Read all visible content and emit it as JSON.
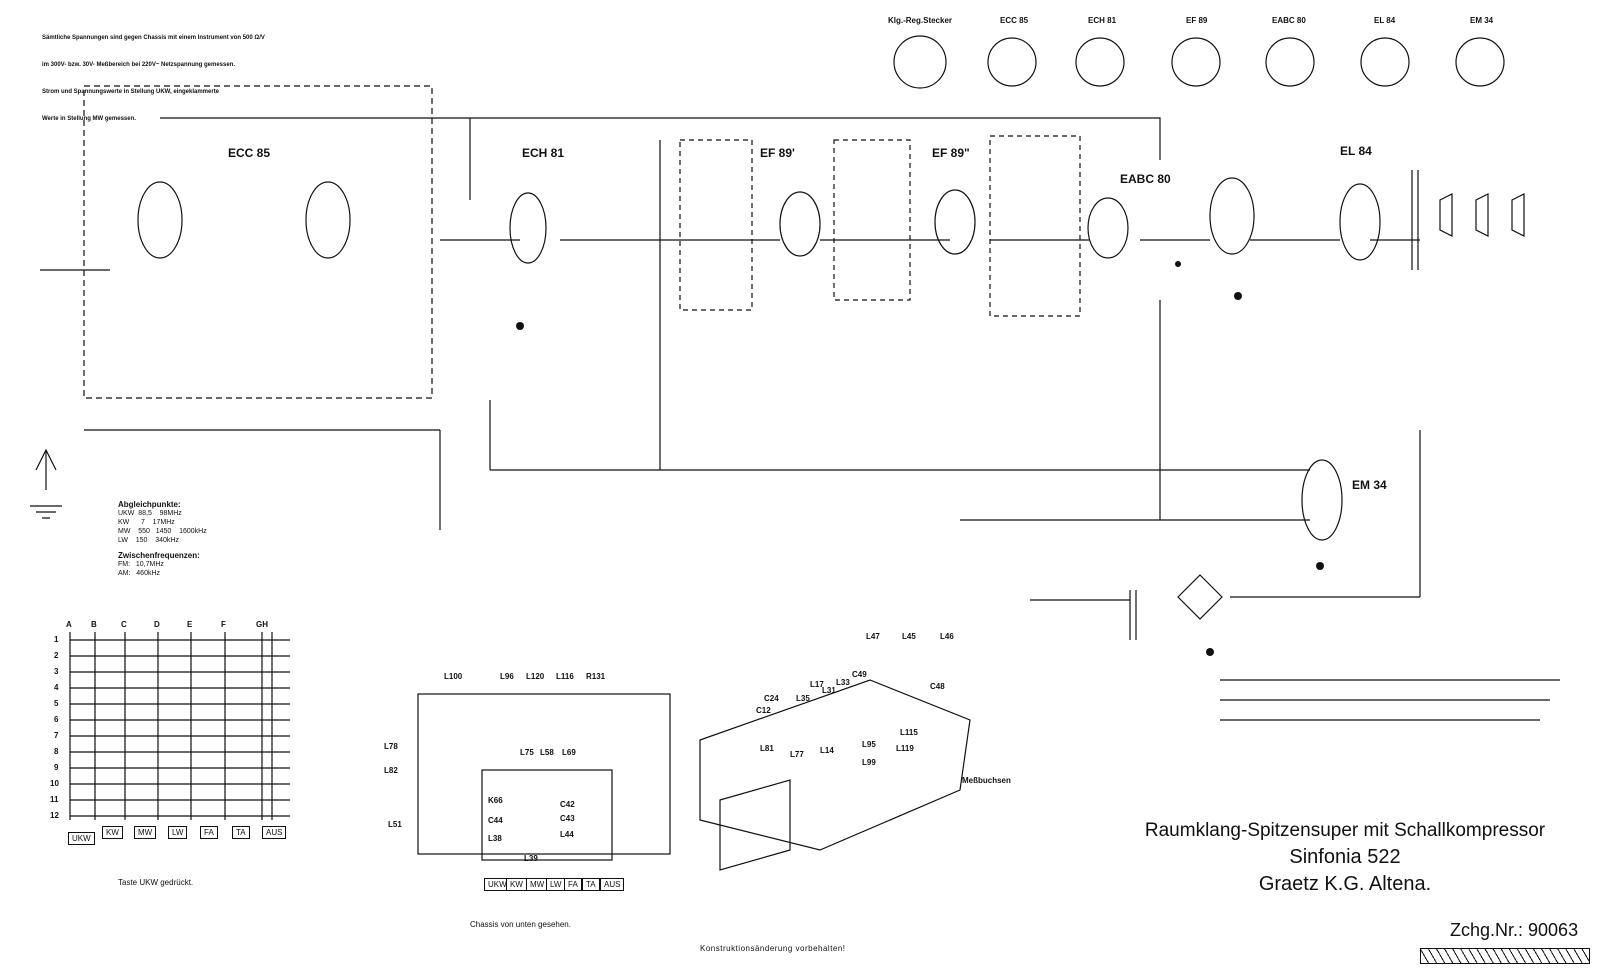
{
  "header_note": [
    "Sämtliche Spannungen sind gegen Chassis mit einem Instrument von 500 Ω/V",
    "im 300V- bzw. 30V- Meßbereich bei 220V~ Netzspannung gemessen.",
    "Strom und Spannungswerte in Stellung UKW, eingeklammerte",
    "Werte in Stellung MW gemessen."
  ],
  "socket_labels": [
    "Klg.-Reg.Stecker",
    "ECC 85",
    "ECH 81",
    "EF 89",
    "EABC 80",
    "EL 84",
    "EM 34"
  ],
  "tubes": [
    "ECC 85",
    "ECH 81",
    "EF 89'",
    "EF 89\"",
    "EABC 80",
    "EL 84",
    "EM 34"
  ],
  "abgleich": {
    "heading": "Abgleichpunkte:",
    "rows": [
      "UKW  88,5    98MHz",
      "KW      7    17MHz",
      "MW    550   1450    1600kHz",
      "LW    150    340kHz"
    ],
    "zf_heading": "Zwischenfrequenzen:",
    "zf_rows": [
      "FM:   10,7MHz",
      "AM:   460kHz"
    ]
  },
  "switch_matrix": {
    "columns": [
      "A",
      "B",
      "C",
      "D",
      "E",
      "F",
      "GH"
    ],
    "rows": [
      "1",
      "2",
      "3",
      "4",
      "5",
      "6",
      "7",
      "8",
      "9",
      "10",
      "11",
      "12"
    ],
    "keys": [
      "UKW",
      "KW",
      "MW",
      "LW",
      "FA",
      "TA",
      "AUS"
    ],
    "caption": "Taste UKW gedrückt."
  },
  "chassis_view": {
    "labels": [
      "L100",
      "L96",
      "L120",
      "L116",
      "R131",
      "L78",
      "L82",
      "L51",
      "L75",
      "L58",
      "L69",
      "C42",
      "C43",
      "L44",
      "L39",
      "C44",
      "L38",
      "K66"
    ],
    "keys": [
      "UKW",
      "KW",
      "MW",
      "LW",
      "FA",
      "TA",
      "AUS"
    ],
    "caption": "Chassis von unten gesehen."
  },
  "perspective_labels": [
    "L47",
    "L45",
    "L46",
    "C49",
    "C48",
    "C24",
    "L35",
    "L17",
    "L31",
    "L33",
    "C12",
    "L81",
    "L77",
    "L14",
    "L95",
    "L99",
    "L115",
    "L119",
    "Meßbuchsen"
  ],
  "title": {
    "line1": "Raumklang-Spitzensuper mit Schallkompressor",
    "line2": "Sinfonia 522",
    "line3": "Graetz K.G. Altena."
  },
  "drawing_number": "Zchg.Nr.: 90063",
  "footer": "Konstruktionsänderung   vorbehalten!",
  "colors": {
    "ink": "#111111",
    "paper": "#ffffff"
  }
}
